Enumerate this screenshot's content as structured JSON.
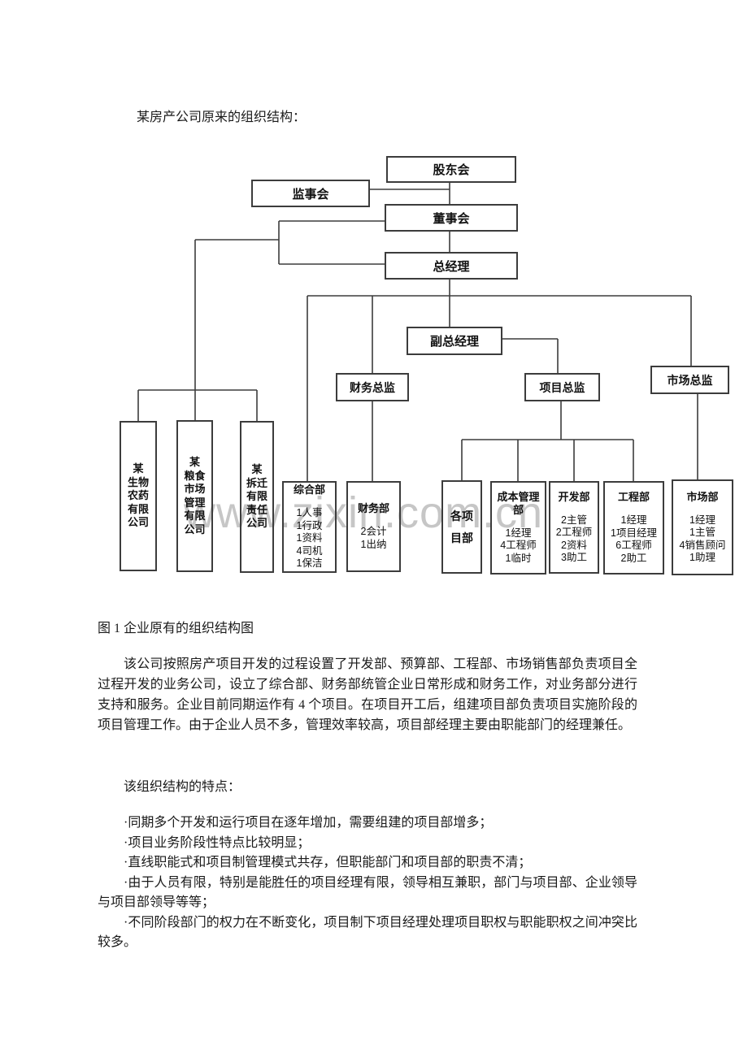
{
  "document": {
    "intro": "某房产公司原来的组织结构：",
    "figure_caption": "图 1  企业原有的组织结构图",
    "paragraph": "该公司按照房产项目开发的过程设置了开发部、预算部、工程部、市场销售部负责项目全过程开发的业务公司，设立了综合部、财务部统管企业日常形成和财务工作，对业务部分进行支持和服务。企业目前同期运作有 4 个项目。在项目开工后，组建项目部负责项目实施阶段的项目管理工作。由于企业人员不多，管理效率较高，项目部经理主要由职能部门的经理兼任。",
    "features_heading": "该组织结构的特点：",
    "features": [
      "·同期多个开发和运行项目在逐年增加，需要组建的项目部增多；",
      "·项目业务阶段性特点比较明显；",
      "·直线职能式和项目制管理模式共存，但职能部门和项目部的职责不清；",
      "·由于人员有限，特别是能胜任的项目经理有限，领导相互兼职，部门与项目部、企业领导与项目部领导等等；",
      "·不同阶段部门的权力在不断变化，项目制下项目经理处理项目职权与职能职权之间冲突比较多。"
    ]
  },
  "watermark": "www.zixin.com.cn",
  "org_chart": {
    "nodes": {
      "shareholders_meeting": "股东会",
      "supervisory_board": "监事会",
      "board_of_directors": "董事会",
      "general_manager": "总经理",
      "deputy_general_manager": "副总经理",
      "finance_director": "财务总监",
      "project_director": "项目总监",
      "market_director": "市场总监"
    },
    "subsidiaries": [
      {
        "name_lines": [
          "某",
          "生物",
          "农药",
          "有限",
          "公司"
        ]
      },
      {
        "name_lines": [
          "某",
          "粮食",
          "市场",
          "管理",
          "有限",
          "公司"
        ]
      },
      {
        "name_lines": [
          "某",
          "拆迁",
          "有限",
          "责任",
          "公司"
        ]
      }
    ],
    "departments": [
      {
        "name_lines": [
          "综合部"
        ],
        "staff": [
          "1人事",
          "1行政",
          "1资料",
          "4司机",
          "1保洁"
        ]
      },
      {
        "name_lines": [
          "财务部"
        ],
        "staff": [
          "2会计",
          "1出纳"
        ]
      },
      {
        "name_lines": [
          "各项",
          "目部"
        ],
        "staff": []
      },
      {
        "name_lines": [
          "成本管理",
          "部"
        ],
        "staff": [
          "1经理",
          "4工程师",
          "1临时"
        ]
      },
      {
        "name_lines": [
          "开发部"
        ],
        "staff": [
          "2主管",
          "2工程师",
          "2资料",
          "3助工"
        ]
      },
      {
        "name_lines": [
          "工程部"
        ],
        "staff": [
          "1经理",
          "1项目经理",
          "6工程师",
          "2助工"
        ]
      },
      {
        "name_lines": [
          "市场部"
        ],
        "staff": [
          "1经理",
          "1主管",
          "4销售顾问",
          "1助理"
        ]
      }
    ],
    "colors": {
      "line": "#3c3c3c",
      "text": "#111111",
      "watermark": "#c6c6c6"
    }
  }
}
